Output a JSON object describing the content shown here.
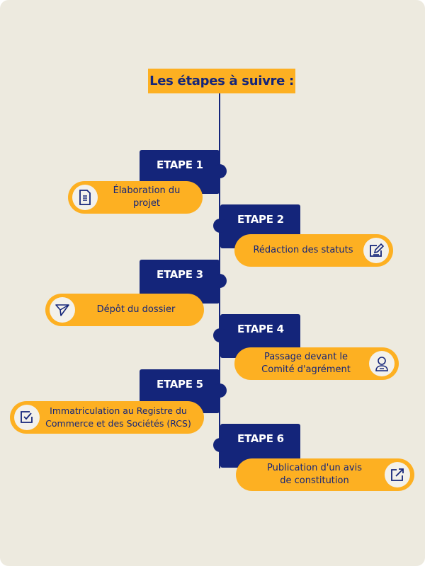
{
  "title": "Les étapes à suivre :",
  "colors": {
    "background": "#EDEADF",
    "navy": "#14257A",
    "orange": "#FDB022",
    "icon_bg": "#F3F1EB"
  },
  "steps": [
    {
      "label": "ETAPE 1",
      "text_line1": "Élaboration du",
      "text_line2": "projet",
      "icon": "document-icon",
      "side": "left"
    },
    {
      "label": "ETAPE 2",
      "text_line1": "Rédaction des statuts",
      "text_line2": "",
      "icon": "edit-icon",
      "side": "right"
    },
    {
      "label": "ETAPE 3",
      "text_line1": "Dépôt du dossier",
      "text_line2": "",
      "icon": "send-icon",
      "side": "left"
    },
    {
      "label": "ETAPE 4",
      "text_line1": "Passage devant le",
      "text_line2": "Comité d'agrément",
      "icon": "user-icon",
      "side": "right"
    },
    {
      "label": "ETAPE 5",
      "text_line1": "Immatriculation au Registre du",
      "text_line2": "Commerce et des Sociétés (RCS)",
      "icon": "checkbox-icon",
      "side": "left"
    },
    {
      "label": "ETAPE 6",
      "text_line1": "Publication d'un avis",
      "text_line2": "de constitution",
      "icon": "external-link-icon",
      "side": "right"
    }
  ]
}
